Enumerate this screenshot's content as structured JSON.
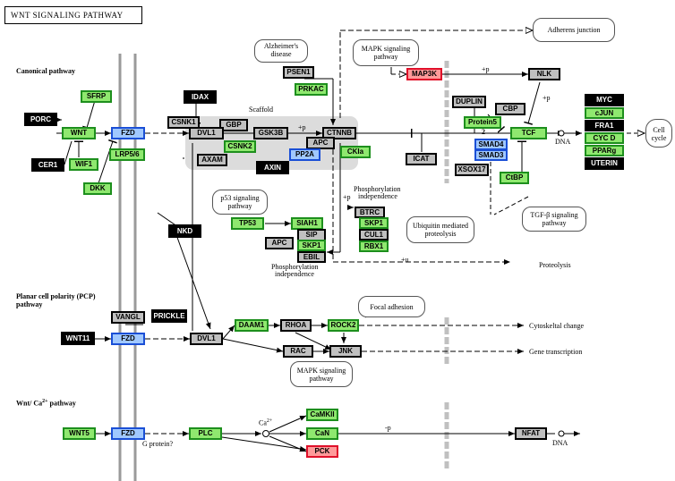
{
  "title": "WNT SIGNALING PATHWAY",
  "pathway_sections": {
    "canonical": "Canonical pathway",
    "pcp": "Planar cell polarity (PCP) pathway",
    "ca_prefix": "Wnt/ Ca",
    "ca_sup": "2+",
    "ca_suffix": " pathway"
  },
  "nodes": {
    "sfrp": "SFRP",
    "porc": "PORC",
    "wnt": "WNT",
    "fzd_canonical": "FZD",
    "cer1": "CER1",
    "wif1": "WIF1",
    "lrp56": "LRP5/6",
    "dkk": "DKK",
    "idax": "IDAX",
    "csnk1": "CSNK1",
    "gbp": "GBP",
    "dvl1_canonical": "DVL1",
    "gsk3b": "GSK3B",
    "csnk2": "CSNK2",
    "axam": "AXAM",
    "axin": "AXIN",
    "psen1": "PSEN1",
    "prkac": "PRKAC",
    "ctnnb": "CTNNB",
    "apc_complex": "APC",
    "pp2a": "PP2A",
    "ckia": "CKIa",
    "map3k": "MAP3K",
    "nlk": "NLK",
    "duplin": "DUPLIN",
    "cbp": "CBP",
    "protein5": "Protein5",
    "icat": "ICAT",
    "tcf": "TCF",
    "smad4": "SMAD4",
    "smad3": "SMAD3",
    "xsox17": "XSOX17",
    "ctbp": "CtBP",
    "myc": "MYC",
    "cjun": "cJUN",
    "fra1": "FRA1",
    "cycd": "CYC D",
    "pparg": "PPARg",
    "uterin": "UTERIN",
    "nkd": "NKD",
    "tp53": "TP53",
    "siah1": "SIAH1",
    "apc_degradation": "APC",
    "sip": "SIP",
    "skp1_a": "SKP1",
    "ebil": "EBIL",
    "btrc": "BTRC",
    "skp1_b": "SKP1",
    "cul1": "CUL1",
    "rbx1": "RBX1",
    "vangl": "VANGL",
    "prickle": "PRICKLE",
    "wnt11": "WNT11",
    "fzd_pcp": "FZD",
    "dvl1_pcp": "DVL1",
    "daam1": "DAAM1",
    "rhoa": "RHOA",
    "rock2": "ROCK2",
    "rac": "RAC",
    "jnk": "JNK",
    "wnt5": "WNT5",
    "fzd_ca": "FZD",
    "plc": "PLC",
    "camkii": "CaMKII",
    "can": "CaN",
    "pck": "PCK",
    "nfat": "NFAT"
  },
  "bubbles": {
    "adherens": "Adherens junction",
    "alzheimers_1": "Alzheimer's",
    "alzheimers_2": "disease",
    "mapk_top_1": "MAPK signaling",
    "mapk_top_2": "pathway",
    "p53_1": "p53 signaling",
    "p53_2": "pathway",
    "ubiquitin_1": "Ubiquitin mediated",
    "ubiquitin_2": "proteolysis",
    "tgfb_1": "TGF-β signaling",
    "tgfb_2": "pathway",
    "focal": "Focal adhesion",
    "mapk_bottom_1": "MAPK signaling",
    "mapk_bottom_2": "pathway",
    "cell_cycle_1": "Cell",
    "cell_cycle_2": "cycle"
  },
  "labels": {
    "scaffold": "Scaffold",
    "plus_p_scaffold": "+p",
    "plus_p_map3k": "+p",
    "plus_p_nlk": "+p",
    "two": "2",
    "dna_canonical": "DNA",
    "phospho_top_1": "Phosphorylation",
    "phospho_top_2": "independence",
    "plus_p_btrc": "+p",
    "phospho_bottom_1": "Phosphorylation",
    "phospho_bottom_2": "independence",
    "plus_u": "+u",
    "proteolysis": "Proteolysis",
    "cytoskeletal": "Cytoskeltal change",
    "gene_transcription": "Gene transcription",
    "g_protein": "G protein?",
    "ca_symbol": "Ca",
    "ca_charge": "2+",
    "minus_p": "-p",
    "dna_ca": "DNA"
  }
}
